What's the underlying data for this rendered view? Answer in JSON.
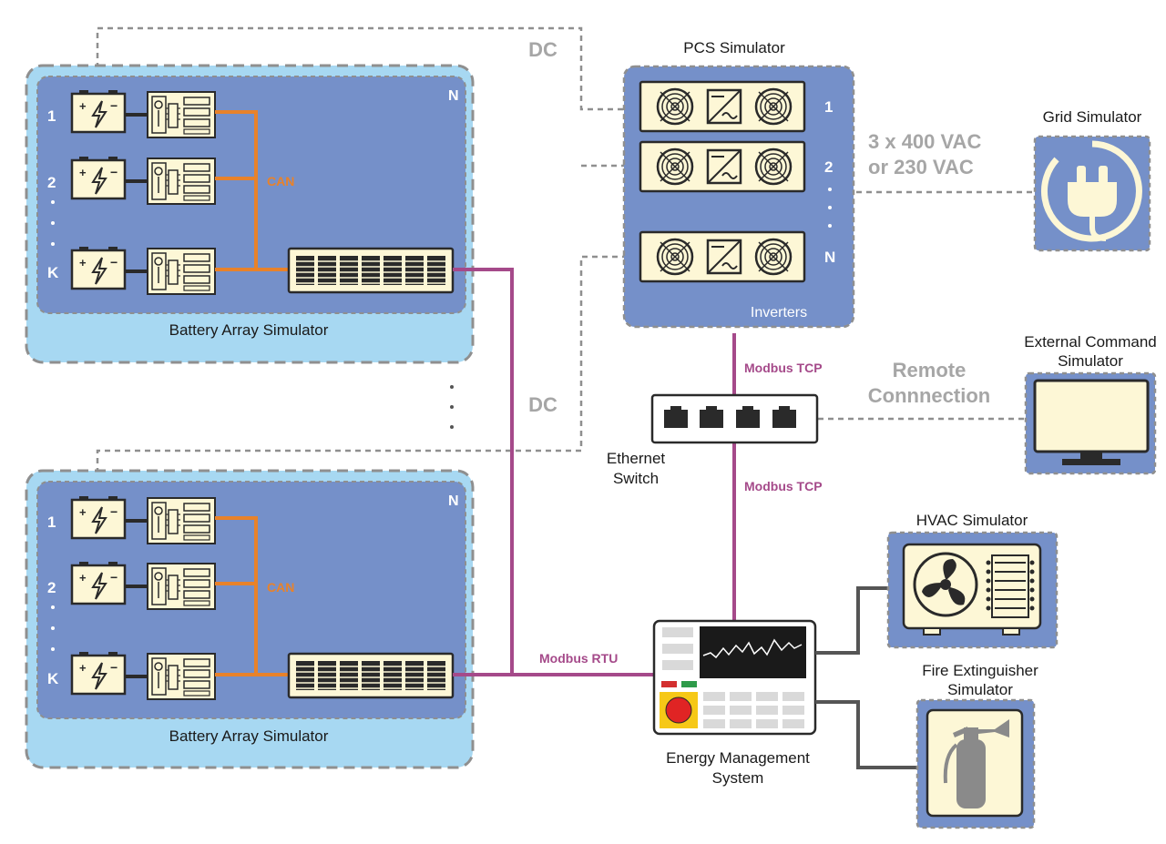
{
  "battery_arrays": [
    {
      "label": "Battery Array Simulator",
      "corner_label": "N",
      "cells": [
        {
          "index": "1"
        },
        {
          "index": "2"
        },
        {
          "index": "K"
        }
      ],
      "bus_label": "CAN"
    },
    {
      "label": "Battery Array Simulator",
      "corner_label": "N",
      "cells": [
        {
          "index": "1"
        },
        {
          "index": "2"
        },
        {
          "index": "K"
        }
      ],
      "bus_label": "CAN"
    }
  ],
  "pcs": {
    "title": "PCS Simulator",
    "footer": "Inverters",
    "units": [
      {
        "index": "1"
      },
      {
        "index": "2"
      },
      {
        "index": "N"
      }
    ]
  },
  "grid": {
    "title": "Grid Simulator",
    "voltage_line1": "3 x 400 VAC",
    "voltage_line2": "or 230 VAC"
  },
  "links": {
    "dc_top": "DC",
    "dc_mid": "DC",
    "modbus_tcp_top": "Modbus TCP",
    "modbus_tcp_bottom": "Modbus TCP",
    "modbus_rtu": "Modbus RTU",
    "remote_line1": "Remote",
    "remote_line2": "Connnection"
  },
  "switch": {
    "label_line1": "Ethernet",
    "label_line2": "Switch"
  },
  "external": {
    "title_line1": "External Command",
    "title_line2": "Simulator"
  },
  "ems": {
    "label_line1": "Energy Management",
    "label_line2": "System"
  },
  "hvac": {
    "title": "HVAC Simulator"
  },
  "fire": {
    "title_line1": "Fire Extinguisher",
    "title_line2": "Simulator"
  },
  "colors": {
    "outer_fill": "#a7d8f2",
    "inner_fill": "#7590c9",
    "dash": "#8f8f8f",
    "cream": "#fdf7d6",
    "can": "#e8822a",
    "modbus": "#a54a8a",
    "gray_text": "#a6a6a6"
  }
}
